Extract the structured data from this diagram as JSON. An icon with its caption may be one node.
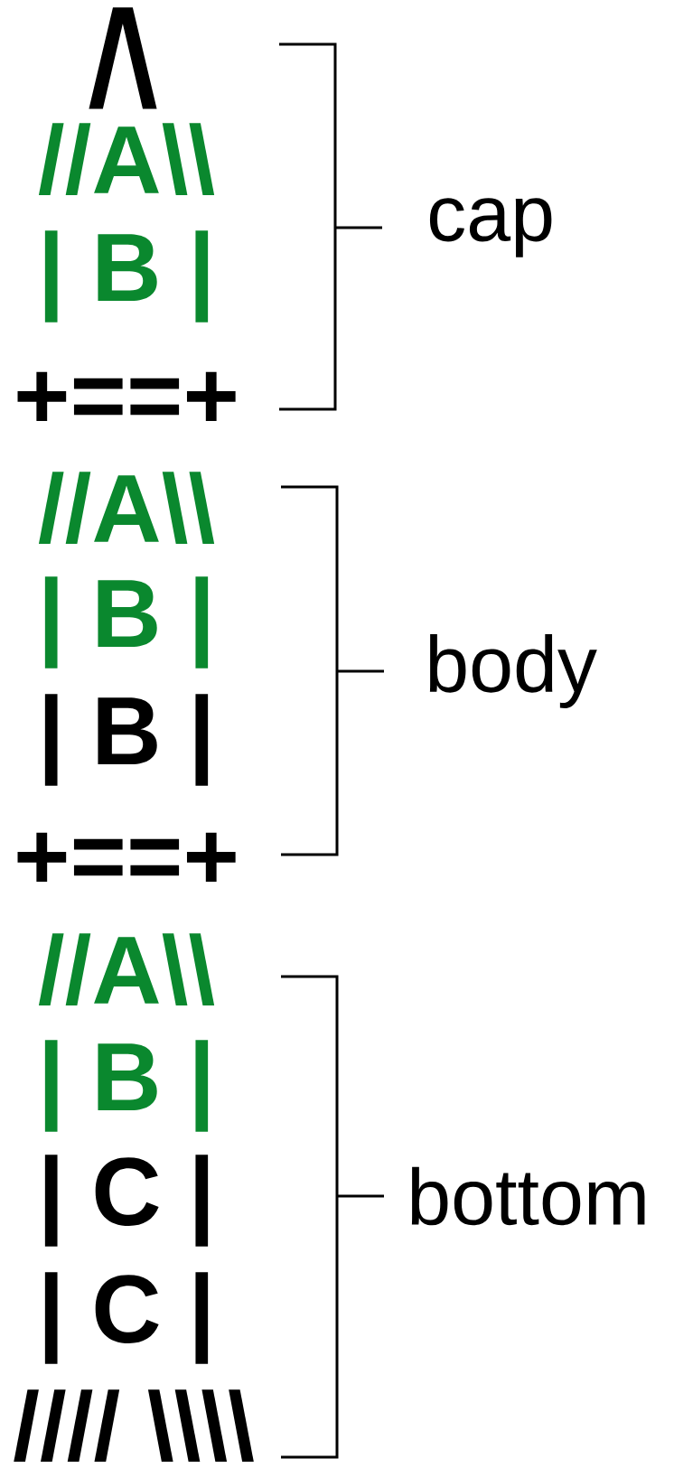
{
  "diagram": {
    "labels": [
      "^",
      "//A\\\\",
      "| B |",
      "+==+",
      "//A\\\\",
      "| B |",
      "| B |",
      "+==+",
      "//A\\\\",
      "| B |",
      "| C |",
      "| C |",
      "//// \\\\\\\\",
      "cap",
      "body",
      "bottom"
    ]
  }
}
